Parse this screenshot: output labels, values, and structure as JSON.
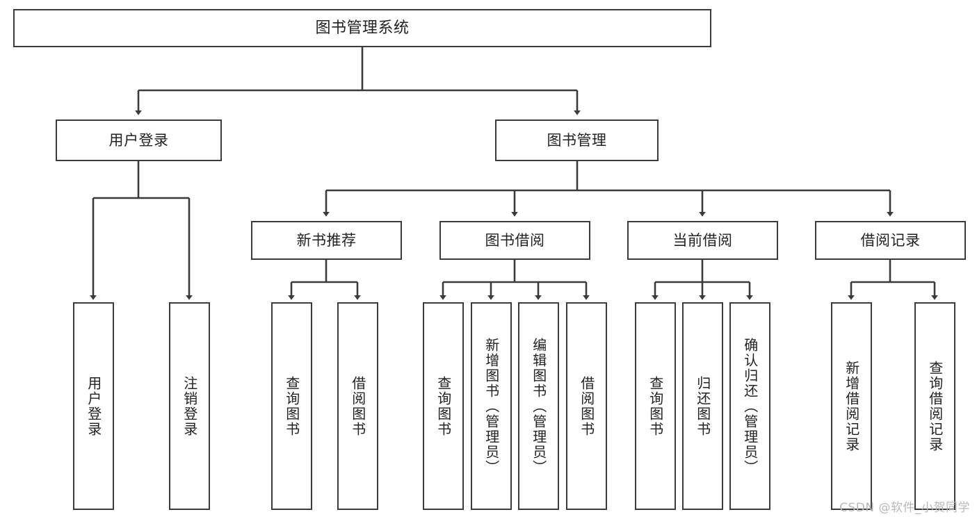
{
  "diagram": {
    "title": "图书管理系统",
    "type": "tree",
    "stroke_color": "#3b3b3b",
    "fill_color": "#ffffff",
    "text_color": "#222222",
    "watermark": "CSDN @软件_小贺同学"
  },
  "nodes": {
    "root": {
      "label": "图书管理系统"
    },
    "level2": [
      {
        "label": "用户登录"
      },
      {
        "label": "图书管理"
      }
    ],
    "level3": [
      {
        "label": "新书推荐"
      },
      {
        "label": "图书借阅"
      },
      {
        "label": "当前借阅"
      },
      {
        "label": "借阅记录"
      }
    ],
    "leaves": {
      "user_login": [
        {
          "label": "用户登录"
        },
        {
          "label": "注销登录"
        }
      ],
      "new_book_recommend": [
        {
          "label": "查询图书"
        },
        {
          "label": "借阅图书"
        }
      ],
      "book_borrow": [
        {
          "label": "查询图书"
        },
        {
          "label": "新增图书（管理员）"
        },
        {
          "label": "编辑图书（管理员）"
        },
        {
          "label": "借阅图书"
        }
      ],
      "current_borrow": [
        {
          "label": "查询图书"
        },
        {
          "label": "归还图书"
        },
        {
          "label": "确认归还（管理员）"
        }
      ],
      "borrow_record": [
        {
          "label": "新增借阅记录"
        },
        {
          "label": "查询借阅记录"
        }
      ]
    }
  }
}
